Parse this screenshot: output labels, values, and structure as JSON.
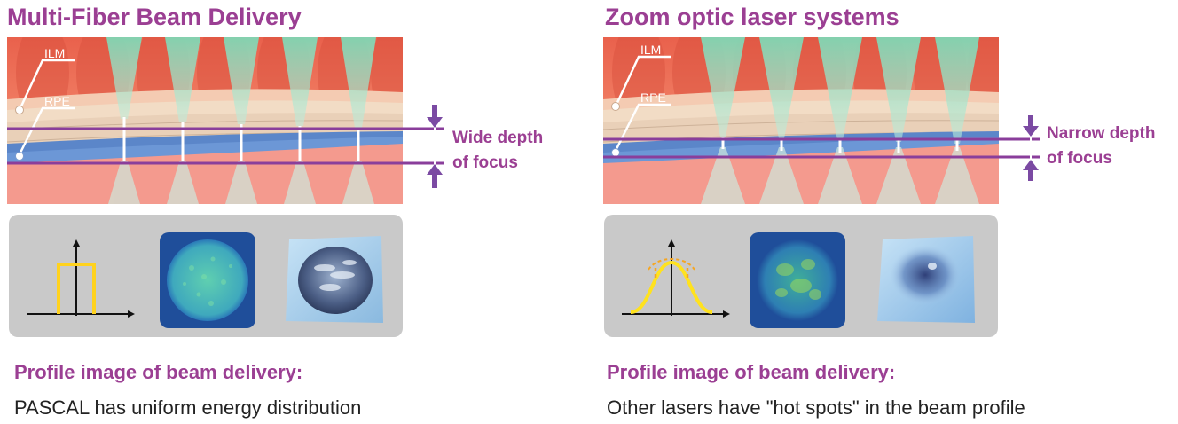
{
  "left": {
    "title": "Multi-Fiber Beam Delivery",
    "layer_top": "ILM",
    "layer_bottom": "RPE",
    "focus_line1": "Wide depth",
    "focus_line2": "of focus",
    "caption_title": "Profile image of beam delivery:",
    "caption_body": "PASCAL has uniform energy distribution"
  },
  "right": {
    "title": "Zoom optic laser systems",
    "layer_top": "ILM",
    "layer_bottom": "RPE",
    "focus_line1": "Narrow depth",
    "focus_line2": "of focus",
    "caption_title": "Profile image of beam delivery:",
    "caption_body": "Other lasers have \"hot spots\" in the beam profile"
  },
  "colors": {
    "accent": "#9b3f93",
    "beam": "#7fd7b4",
    "tissue_red": "#e86a55",
    "tissue_pink": "#f49a8e",
    "layer_beige": "#f2dcc5",
    "layer_blue": "#5b86c9",
    "profile_yellow": "#ffd21e",
    "beam_image_blue": "#1f4e9a"
  }
}
